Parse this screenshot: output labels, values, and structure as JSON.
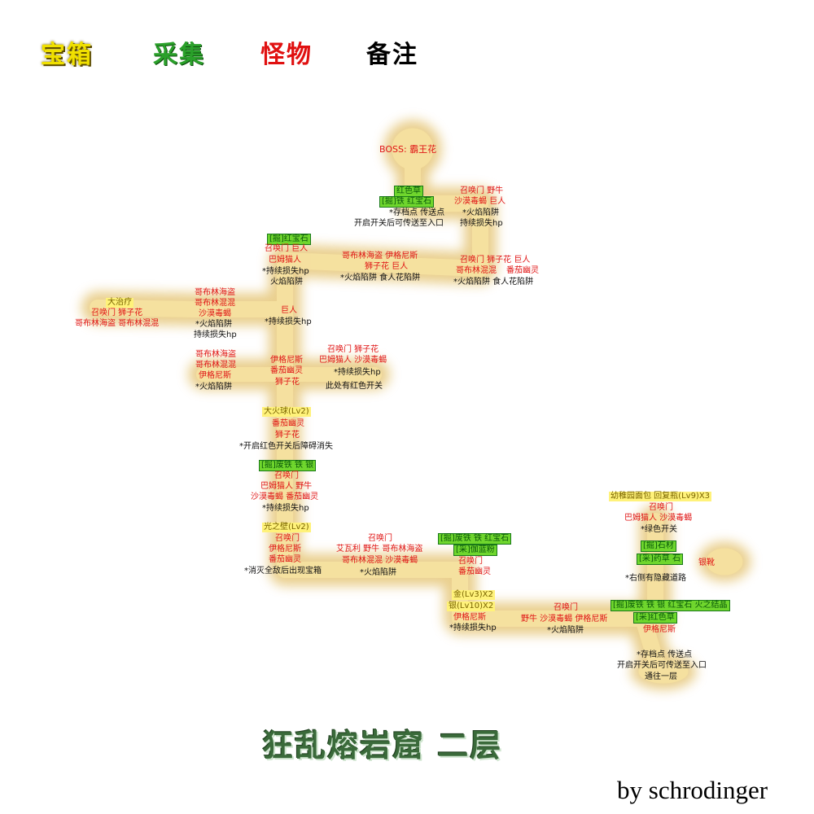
{
  "legend": {
    "treasure": "宝箱",
    "gather": "采集",
    "monster": "怪物",
    "note": "备注",
    "colors": {
      "treasure": "#f0e000",
      "gather": "#2aa02a",
      "monster": "#e01010",
      "note": "#000000"
    }
  },
  "title": "狂乱熔岩窟 二层",
  "credit": "by schrodinger",
  "labels": {
    "boss": "BOSS: 霸王花",
    "top_gather1": "红色草",
    "top_gather2": "[掘]铁 红宝石",
    "top_note1": "*存档点 传送点",
    "top_note2": "开启开关后可传送至入口",
    "tr_m1": "召唤门 野牛",
    "tr_m2": "沙漠毒蝎 巨人",
    "tr_n1": "*火焰陷阱",
    "tr_n2": "持续损失hp",
    "ul_c1": "[掘]红宝石",
    "ul_m1": "召唤门 巨人",
    "ul_m2": "巴姆猫人",
    "ul_n1": "*持续损失hp",
    "ul_n2": "火焰陷阱",
    "hm_m1": "哥布林海盗 伊格尼斯",
    "hm_m2": "狮子花 巨人",
    "hm_n1": "*火焰陷阱 食人花陷阱",
    "re_m1": "召唤门 狮子花 巨人",
    "re_m2": "哥布林混混",
    "re_m3": "番茄幽灵",
    "re_n1": "*火焰陷阱 食人花陷阱",
    "lw_y1": "大治疗",
    "lw_m1": "召唤门 狮子花",
    "lw_m2": "哥布林海盗 哥布林混混",
    "lw_m3": "哥布林海盗",
    "lw_m4": "哥布林混混",
    "lw_m5": "沙漠毒蝎",
    "lw_n1": "*火焰陷阱",
    "lw_n2": "持续损失hp",
    "vc_m1": "巨人",
    "vc_n1": "*持续损失hp",
    "ll_m1": "哥布林海盗",
    "ll_m2": "哥布林混混",
    "ll_m3": "伊格尼斯",
    "ll_n1": "*火焰陷阱",
    "cx_m1": "伊格尼斯",
    "cx_m2": "番茄幽灵",
    "cx_m3": "狮子花",
    "rr_m1": "召唤门 狮子花",
    "rr_m2": "巴姆猫人 沙漠毒蝎",
    "rr_n1": "*持续损失hp",
    "rr_n2": "此处有红色开关",
    "v2_y1": "大火球(Lv2)",
    "v2_m1": "番茄幽灵",
    "v2_m2": "狮子花",
    "v2_n1": "*开启红色开关后障碍消失",
    "v3_c1": "[掘]废铁 铁 银",
    "v3_m1": "召唤门",
    "v3_m2": "巴姆猫人 野牛",
    "v3_m3": "沙漠毒蝎 番茄幽灵",
    "v3_n1": "*持续损失hp",
    "bl_y1": "光之壁(Lv2)",
    "bl_m1": "召唤门",
    "bl_m2": "伊格尼斯",
    "bl_m3": "番茄幽灵",
    "bl_n1": "*消灭全敌后出现宝箱",
    "bh_m1": "召唤门",
    "bh_m2": "艾瓦利 野牛 哥布林海盗",
    "bh_m3": "哥布林混混 沙漠毒蝎",
    "bh_n1": "*火焰陷阱",
    "bm_c1": "[掘]废铁 铁 红宝石",
    "bm_c2": "[采]伽蓝粉",
    "bm_m1": "召唤门",
    "bm_m2": "番茄幽灵",
    "sm_y1": "金(Lv3)X2",
    "sm_y2": "银(Lv10)X2",
    "sm_m1": "伊格尼斯",
    "sm_n1": "*持续损失hp",
    "lh_m1": "召唤门",
    "lh_m2": "野牛 沙漠毒蝎 伊格尼斯",
    "lh_n1": "*火焰陷阱",
    "rt_y1": "幼稚园面包 回复瓶(Lv9)X3",
    "rt_m1": "召唤门",
    "rt_m2": "巴姆猫人 沙漠毒蝎",
    "rt_n1": "*绿色开关",
    "rc_c1": "[掘]石材",
    "rc_c2": "[采]药草 石",
    "rc_n1": "*右侧有隐藏道路",
    "hidden_y1": "银靴",
    "br_c1": "[掘]废铁 铁 银 红宝石 火之结晶",
    "br_c2": "[采]红色草",
    "br_m1": "伊格尼斯",
    "br_n1": "*存档点 传送点",
    "br_n2": "开启开关后可传送至入口",
    "br_n3": "通往一层"
  }
}
